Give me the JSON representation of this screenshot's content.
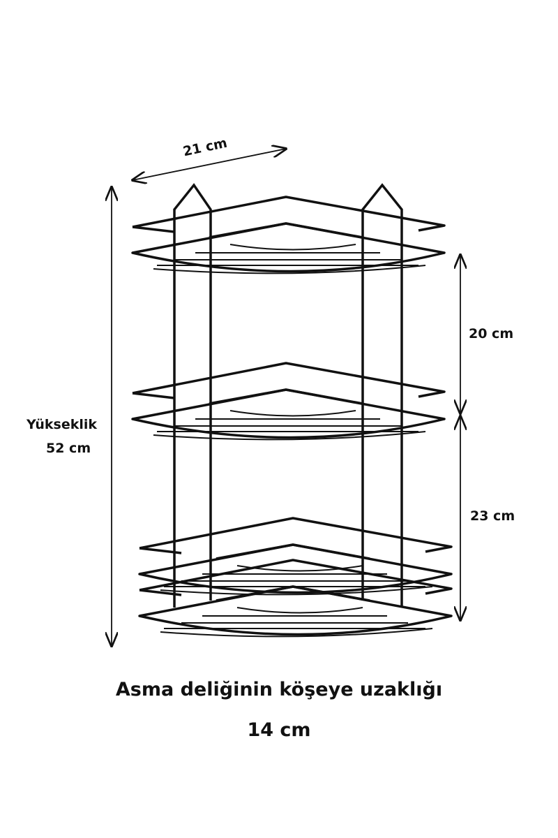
{
  "dimensions": {
    "width_label": "21 cm",
    "upper_gap_label": "20 cm",
    "lower_gap_label": "23 cm",
    "height_title": "Yükseklik",
    "height_value": "52 cm"
  },
  "caption": {
    "line1": "Asma deliğinin köşeye uzaklığı",
    "line2": "14 cm"
  },
  "colors": {
    "line": "#111111",
    "background": "#ffffff"
  }
}
